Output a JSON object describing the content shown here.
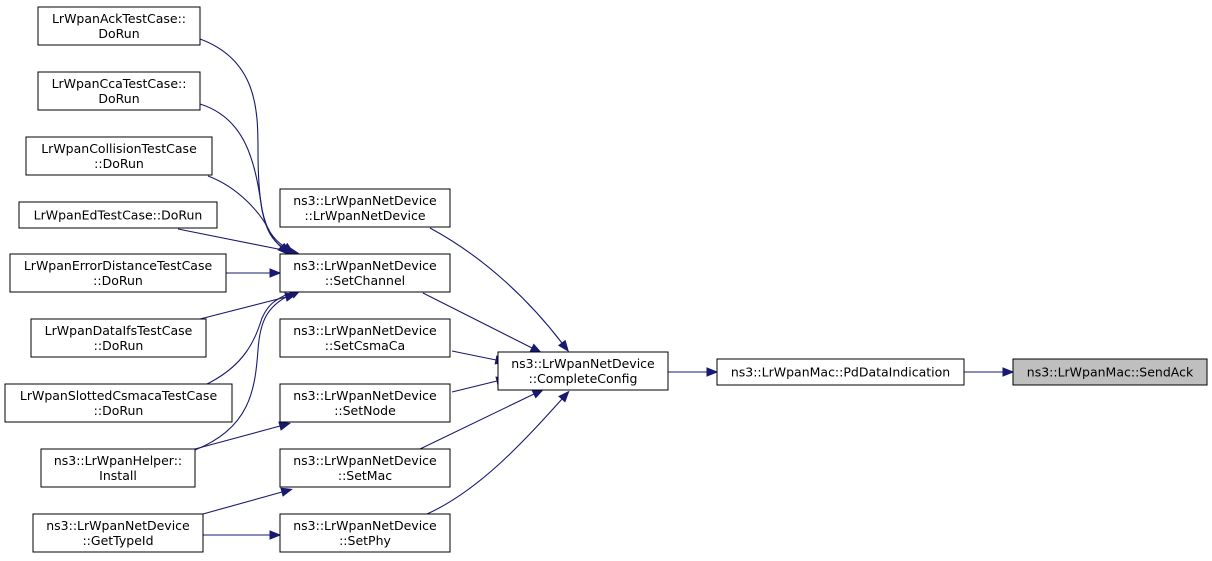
{
  "nodes": [
    {
      "id": "ack",
      "lines": [
        "LrWpanAckTestCase::",
        "DoRun"
      ]
    },
    {
      "id": "cca",
      "lines": [
        "LrWpanCcaTestCase::",
        "DoRun"
      ]
    },
    {
      "id": "coll",
      "lines": [
        "LrWpanCollisionTestCase",
        "::DoRun"
      ]
    },
    {
      "id": "ed",
      "lines": [
        "LrWpanEdTestCase::DoRun"
      ]
    },
    {
      "id": "errdist",
      "lines": [
        "LrWpanErrorDistanceTestCase",
        "::DoRun"
      ]
    },
    {
      "id": "ifs",
      "lines": [
        "LrWpanDataIfsTestCase",
        "::DoRun"
      ]
    },
    {
      "id": "slotted",
      "lines": [
        "LrWpanSlottedCsmacaTestCase",
        "::DoRun"
      ]
    },
    {
      "id": "helper",
      "lines": [
        "ns3::LrWpanHelper::",
        "Install"
      ]
    },
    {
      "id": "gettypeid",
      "lines": [
        "ns3::LrWpanNetDevice",
        "::GetTypeId"
      ]
    },
    {
      "id": "ctor",
      "lines": [
        "ns3::LrWpanNetDevice",
        "::LrWpanNetDevice"
      ]
    },
    {
      "id": "setchannel",
      "lines": [
        "ns3::LrWpanNetDevice",
        "::SetChannel"
      ]
    },
    {
      "id": "setcsmaca",
      "lines": [
        "ns3::LrWpanNetDevice",
        "::SetCsmaCa"
      ]
    },
    {
      "id": "setnode",
      "lines": [
        "ns3::LrWpanNetDevice",
        "::SetNode"
      ]
    },
    {
      "id": "setmac",
      "lines": [
        "ns3::LrWpanNetDevice",
        "::SetMac"
      ]
    },
    {
      "id": "setphy",
      "lines": [
        "ns3::LrWpanNetDevice",
        "::SetPhy"
      ]
    },
    {
      "id": "complete",
      "lines": [
        "ns3::LrWpanNetDevice",
        "::CompleteConfig"
      ]
    },
    {
      "id": "pddata",
      "lines": [
        "ns3::LrWpanMac::PdDataIndication"
      ]
    },
    {
      "id": "sendack",
      "lines": [
        "ns3::LrWpanMac::SendAck"
      ]
    }
  ],
  "edges": [
    [
      "ack",
      "setchannel"
    ],
    [
      "cca",
      "setchannel"
    ],
    [
      "coll",
      "setchannel"
    ],
    [
      "ed",
      "setchannel"
    ],
    [
      "errdist",
      "setchannel"
    ],
    [
      "ifs",
      "setchannel"
    ],
    [
      "slotted",
      "setchannel"
    ],
    [
      "helper",
      "setchannel"
    ],
    [
      "helper",
      "setnode"
    ],
    [
      "gettypeid",
      "setmac"
    ],
    [
      "gettypeid",
      "setphy"
    ],
    [
      "ctor",
      "complete"
    ],
    [
      "setchannel",
      "complete"
    ],
    [
      "setcsmaca",
      "complete"
    ],
    [
      "setnode",
      "complete"
    ],
    [
      "setmac",
      "complete"
    ],
    [
      "setphy",
      "complete"
    ],
    [
      "complete",
      "pddata"
    ],
    [
      "pddata",
      "sendack"
    ]
  ],
  "colors": {
    "edge": "#191970",
    "target_fill": "#bfbfbf"
  }
}
